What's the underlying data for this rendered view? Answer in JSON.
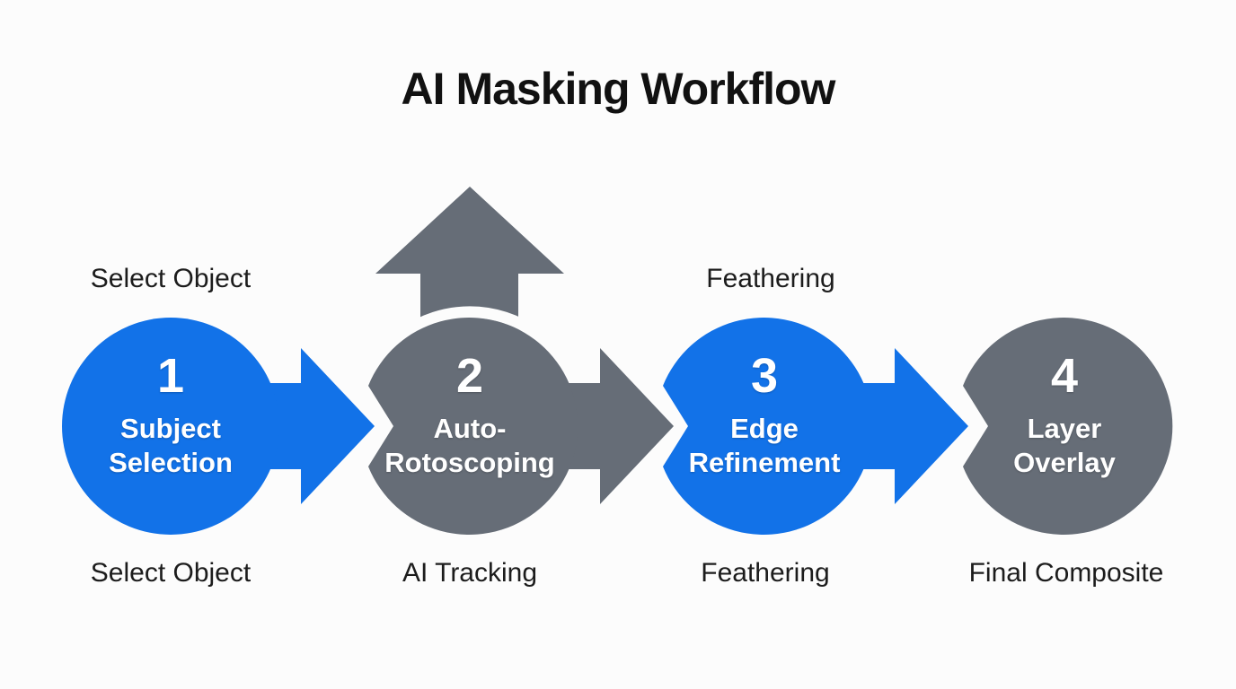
{
  "title": "AI Masking Workflow",
  "colors": {
    "blue": "#1272e8",
    "gray": "#666d77",
    "title_text": "#111111",
    "label_text": "#1c1c1c",
    "circle_text": "#ffffff"
  },
  "steps": [
    {
      "number": "1",
      "name_line1": "Subject",
      "name_line2": "Selection",
      "color": "blue",
      "label_top": "Select Object",
      "label_bottom": "Select Object"
    },
    {
      "number": "2",
      "name_line1": "Auto-",
      "name_line2": "Rotoscoping",
      "color": "gray",
      "branch": "up-arrow",
      "label_bottom": "AI Tracking"
    },
    {
      "number": "3",
      "name_line1": "Edge",
      "name_line2": "Refinement",
      "color": "blue",
      "label_top": "Feathering",
      "label_bottom": "Feathering"
    },
    {
      "number": "4",
      "name_line1": "Layer",
      "name_line2": "Overlay",
      "color": "gray",
      "label_bottom": "Final Composite"
    }
  ],
  "connectors": [
    {
      "from": "step-1",
      "to": "step-2",
      "color": "blue",
      "direction": "right"
    },
    {
      "from": "step-2",
      "to": "step-3",
      "color": "gray",
      "direction": "right"
    },
    {
      "from": "step-3",
      "to": "step-4",
      "color": "blue",
      "direction": "right"
    },
    {
      "from": "step-2",
      "to": "branch",
      "color": "gray",
      "direction": "up"
    }
  ]
}
